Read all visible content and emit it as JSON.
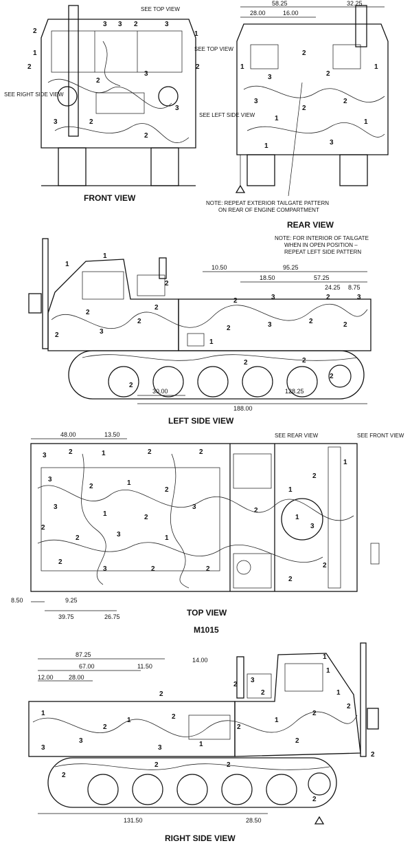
{
  "front_view": {
    "caption": "FRONT VIEW",
    "notes": {
      "see_top_view_1": "SEE TOP VIEW",
      "see_top_view_2": "SEE TOP VIEW",
      "see_right_side_view": "SEE RIGHT SIDE VIEW",
      "see_left_side_view": "SEE LEFT SIDE VIEW"
    }
  },
  "rear_view": {
    "caption": "REAR VIEW",
    "dims": {
      "d1": "58.25",
      "d2": "32.25",
      "d3": "28.00",
      "d4": "16.00"
    },
    "note_line1": "NOTE: REPEAT EXTERIOR TAILGATE PATTERN",
    "note_line2": "ON REAR OF ENGINE COMPARTMENT"
  },
  "left_side_view": {
    "caption": "LEFT SIDE VIEW",
    "note_line1": "NOTE: FOR INTERIOR OF TAILGATE",
    "note_line2": "WHEN IN OPEN POSITION –",
    "note_line3": "REPEAT LEFT SIDE PATTERN",
    "dims": {
      "d1": "10.50",
      "d2": "95.25",
      "d3": "18.50",
      "d4": "57.25",
      "d5": "24.25",
      "d6": "8.75",
      "d7": "30.00",
      "d8": "128.25",
      "d9": "188.00"
    }
  },
  "top_view": {
    "caption": "TOP VIEW",
    "model": "M1015",
    "notes": {
      "see_rear_view": "SEE REAR VIEW",
      "see_front_view": "SEE FRONT VIEW"
    },
    "dims": {
      "d1": "48.00",
      "d2": "13.50",
      "d3": "8.50",
      "d4": "9.25",
      "d5": "39.75",
      "d6": "26.75"
    }
  },
  "right_side_view": {
    "caption": "RIGHT SIDE VIEW",
    "dims": {
      "d1": "87.25",
      "d2": "67.00",
      "d3": "11.50",
      "d4": "14.00",
      "d5": "12.00",
      "d6": "28.00",
      "d7": "131.50",
      "d8": "28.50"
    }
  },
  "pattern_colors": {
    "c1": "1",
    "c2": "2",
    "c3": "3"
  }
}
